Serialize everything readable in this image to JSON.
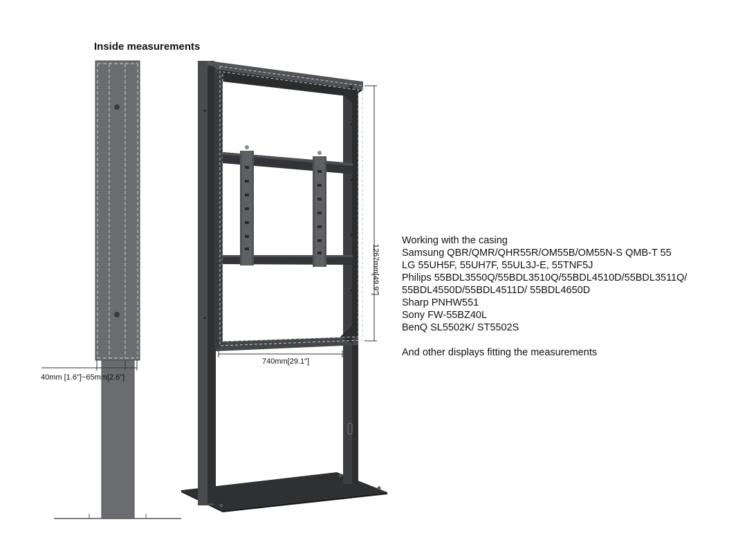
{
  "heading": "Inside measurements",
  "dimensions": {
    "depth_range": "40mm [1.6\"]~65mm[2.6\"]",
    "inner_width": "740mm[29.1\"]",
    "inner_height": "1267mm[49.9\"]"
  },
  "compatibility": {
    "intro": "Working with the casing",
    "models": [
      "Samsung QBR/QMR/QHR55R/OM55B/OM55N-S QMB-T 55",
      "LG 55UH5F, 55UH7F, 55UL3J-E, 55TNF5J",
      "Philips 55BDL3550Q/55BDL3510Q/55BDL4510D/55BDL3511Q/",
      "55BDL4550D/55BDL4511D/ 55BDL4650D",
      "Sharp PNHW551",
      "Sony FW-55BZ40L",
      "BenQ SL5502K/ ST5502S"
    ],
    "footer": "And other displays fitting the measurements"
  },
  "colors": {
    "steel_dark": "#3a3b3d",
    "steel_mid": "#55575a",
    "steel_side": "#6e7073",
    "dashed_outline": "#c9cbcd",
    "dimension_line": "#333333"
  }
}
